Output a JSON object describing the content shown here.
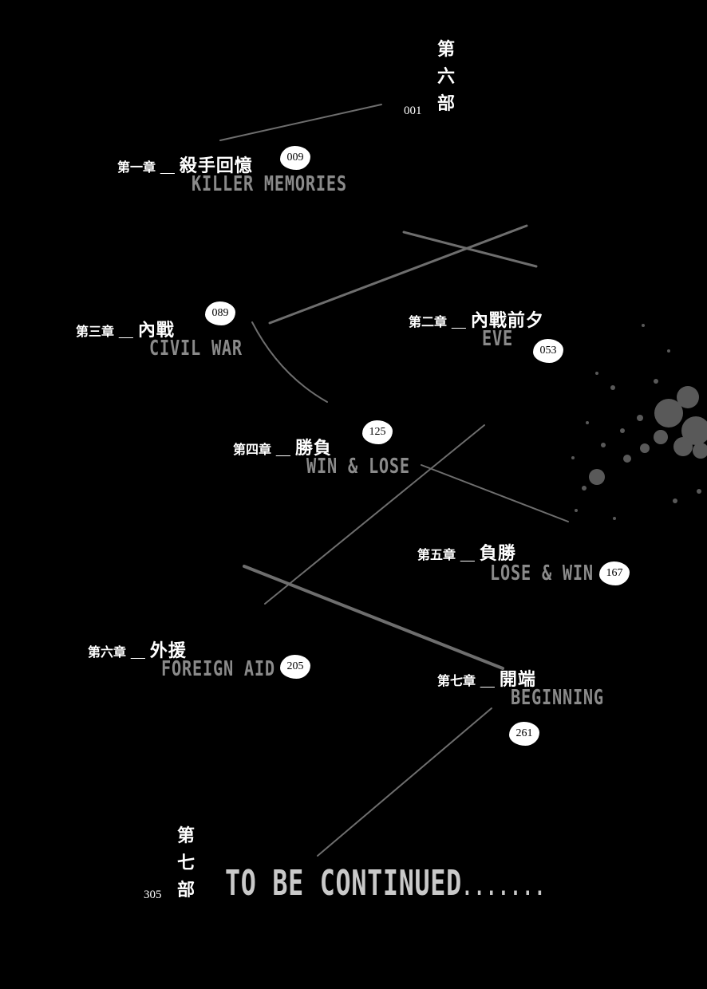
{
  "parts": [
    {
      "chars": [
        "第",
        "六",
        "部"
      ],
      "page": "001"
    },
    {
      "chars": [
        "第",
        "七",
        "部"
      ],
      "page": "305"
    }
  ],
  "chapters": [
    {
      "label": "第一章",
      "title": "殺手回憶",
      "english": "KILLER MEMORIES",
      "page": "009"
    },
    {
      "label": "第二章",
      "title": "內戰前夕",
      "english": "EVE",
      "page": "053"
    },
    {
      "label": "第三章",
      "title": "內戰",
      "english": "CIVIL WAR",
      "page": "089"
    },
    {
      "label": "第四章",
      "title": "勝負",
      "english": "WIN & LOSE",
      "page": "125"
    },
    {
      "label": "第五章",
      "title": "負勝",
      "english": "LOSE & WIN",
      "page": "167"
    },
    {
      "label": "第六章",
      "title": "外援",
      "english": "FOREIGN AID",
      "page": "205"
    },
    {
      "label": "第七章",
      "title": "開端",
      "english": "BEGINNING",
      "page": "261"
    }
  ],
  "separator": "__",
  "ending": {
    "text": "TO BE CONTINUED",
    "dots": "......."
  },
  "colors": {
    "background": "#000000",
    "text": "#ffffff",
    "english_title": "#8a8a8a",
    "scratch": "#6e6e6e"
  }
}
